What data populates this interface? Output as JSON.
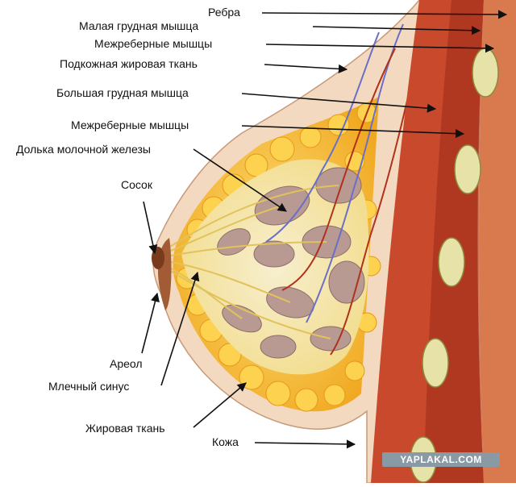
{
  "labels": {
    "ribs": "Ребра",
    "pectoralis_minor": "Малая грудная мышца",
    "intercostal_muscles_1": "Межреберные мышцы",
    "subcutaneous_fat": "Подкожная жировая ткань",
    "pectoralis_major": "Большая грудная мышца",
    "intercostal_muscles_2": "Межреберные мышцы",
    "mammary_lobule": "Долька молочной железы",
    "nipple": "Сосок",
    "areola": "Ареол",
    "milk_sinus": "Млечный синус",
    "fat_tissue": "Жировая ткань",
    "skin": "Кожа"
  },
  "watermark": "YAPLAKAL.COM",
  "colors": {
    "skin": "#f3d9bf",
    "fat": "#f4b428",
    "fat_light": "#fbd35a",
    "gland": "#b89a93",
    "muscle": "#c8492c",
    "muscle_dark": "#9e2a17",
    "rib": "#e7e2a8",
    "vein": "#6a6fc7",
    "artery": "#b0321c",
    "watermark_bg": "#8a9aa5"
  }
}
